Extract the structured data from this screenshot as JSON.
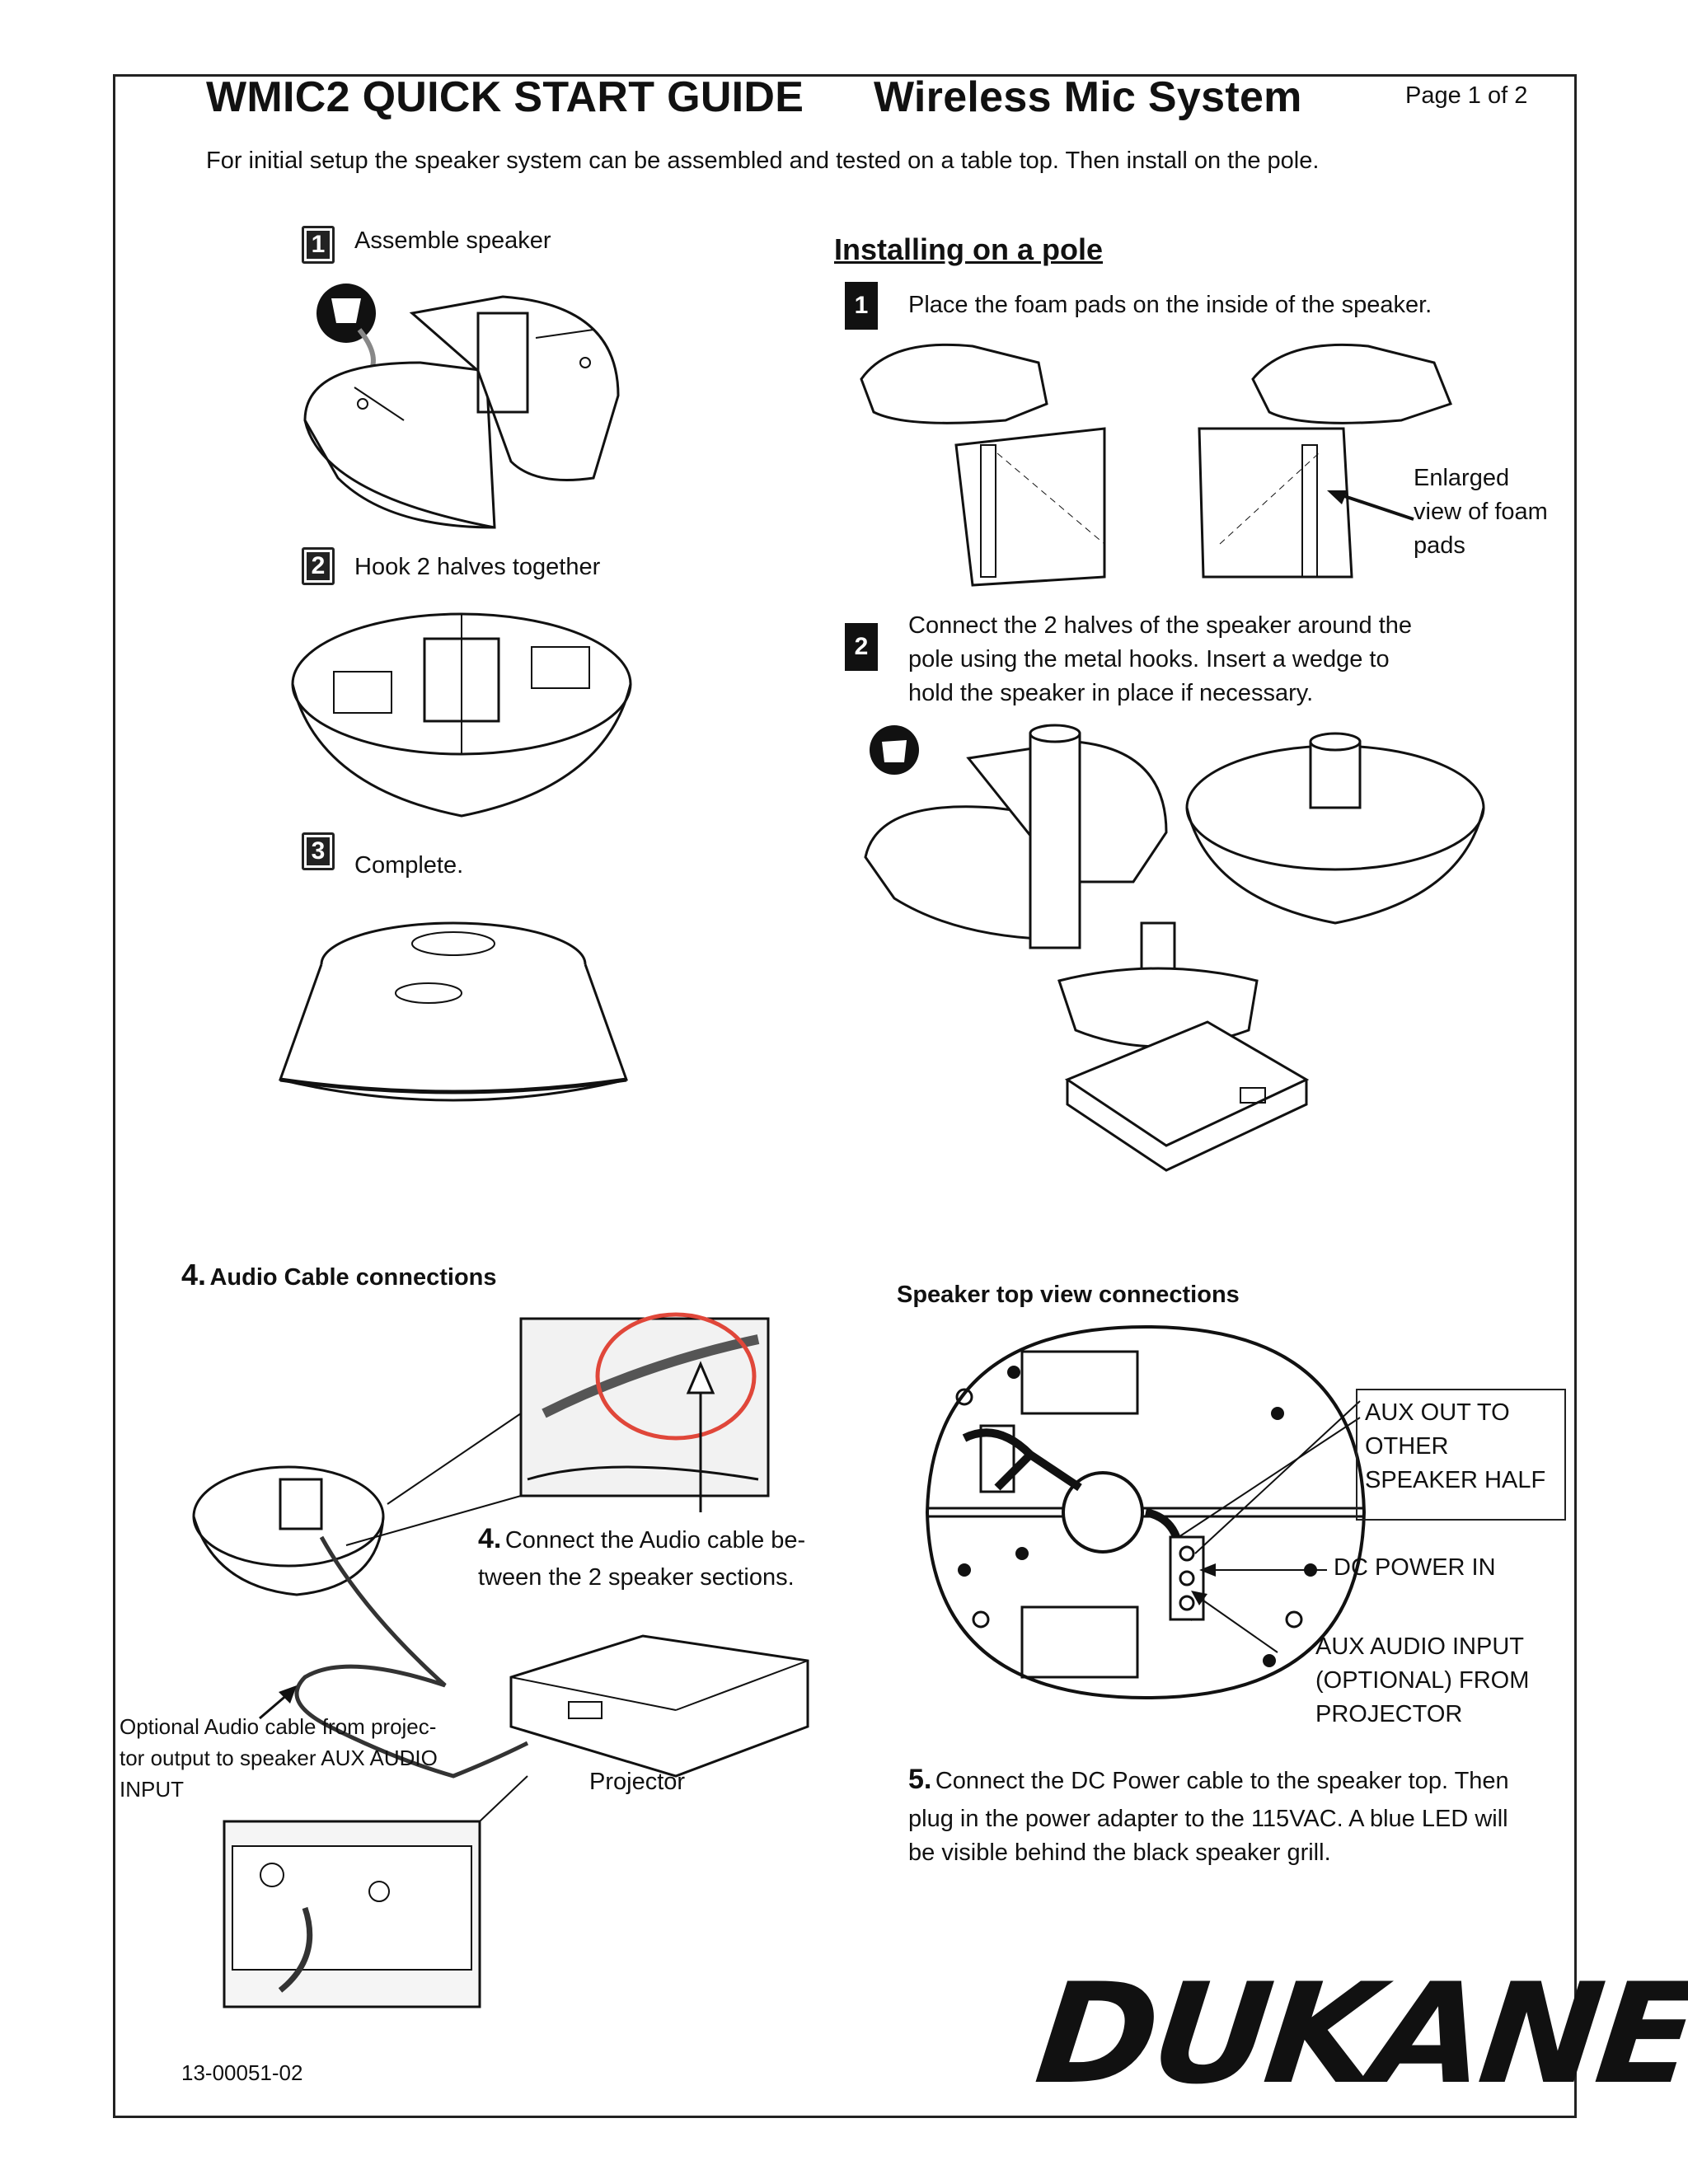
{
  "header": {
    "title_left": "WMIC2 QUICK START GUIDE",
    "title_right": "Wireless Mic System",
    "page_number": "Page 1 of 2",
    "intro": "For initial setup the speaker system can be assembled and tested on a table top. Then install on the pole."
  },
  "assembly": {
    "step1": {
      "num": "1",
      "label": "Assemble speaker"
    },
    "step2": {
      "num": "2",
      "label": "Hook 2 halves together"
    },
    "step3": {
      "num": "3",
      "label": "Complete."
    }
  },
  "pole": {
    "heading": "Installing on a pole",
    "step1": {
      "num": "1",
      "text": "Place the foam pads on the inside of the speaker."
    },
    "enlarged": [
      "Enlarged",
      "view of foam",
      "pads"
    ],
    "step2": {
      "num": "2",
      "lines": [
        "Connect the 2 halves of the speaker around the",
        "pole using the metal hooks.  Insert a wedge to",
        "hold the speaker in place if necessary."
      ]
    }
  },
  "audio": {
    "section_num": "4.",
    "section_title": "Audio Cable connections",
    "step4_num": "4.",
    "step4_lines": [
      "Connect the Audio cable be-",
      "tween the 2 speaker sections."
    ],
    "optional_lines": [
      "Optional Audio cable from projec-",
      "tor output to speaker AUX AUDIO",
      "INPUT"
    ],
    "projector_label": "Projector"
  },
  "top_view": {
    "title": "Speaker top view connections",
    "aux_out": [
      "AUX OUT TO",
      "OTHER",
      "SPEAKER HALF"
    ],
    "dc_power": "DC POWER IN",
    "aux_in": [
      "AUX AUDIO INPUT",
      "(OPTIONAL) FROM",
      "PROJECTOR"
    ]
  },
  "step5": {
    "num": "5.",
    "lines": [
      "Connect the DC Power cable to the speaker top. Then",
      "plug in the power  adapter to the 115VAC. A blue LED will",
      "be visible behind the black speaker grill."
    ]
  },
  "footer": {
    "part_number": "13-00051-02",
    "brand": "DUKANE"
  }
}
